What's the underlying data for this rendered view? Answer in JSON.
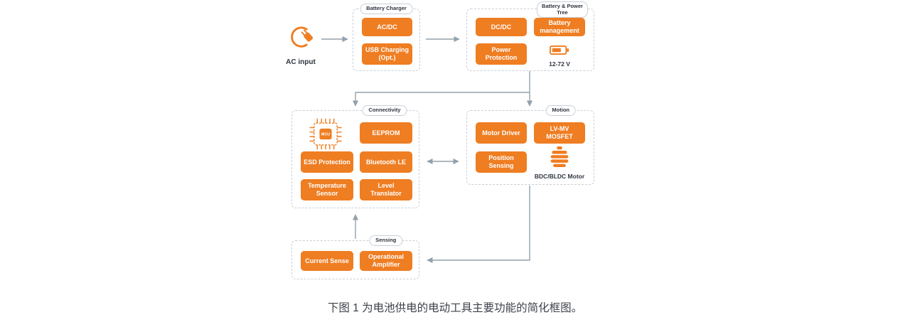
{
  "colors": {
    "accent": "#EF7D22",
    "wire": "#93A1AC",
    "box_border": "#C9CFD8"
  },
  "ac_input": {
    "icon": "power-plug-icon",
    "label": "AC input"
  },
  "groups": {
    "battery_charger": {
      "title": "Battery Charger",
      "nodes": {
        "acdc": "AC/DC",
        "usb_charging": "USB Charging (Opt.)"
      }
    },
    "battery_power_tree": {
      "title": "Battery & Power Tree",
      "nodes": {
        "dcdc": "DC/DC",
        "battery_management": "Battery management",
        "power_protection": "Power Protection"
      },
      "battery": {
        "icon": "battery-icon",
        "label": "12-72 V"
      }
    },
    "connectivity": {
      "title": "Connectivity",
      "mcu": {
        "icon": "mcu-chip-icon",
        "label": "MCU"
      },
      "nodes": {
        "eeprom": "EEPROM",
        "esd_protection": "ESD Protection",
        "bluetooth_le": "Bluetooth LE",
        "temperature_sensor": "Temperature Sensor",
        "level_translator": "Level Translator"
      }
    },
    "motion": {
      "title": "Motion",
      "nodes": {
        "motor_driver": "Motor Driver",
        "lv_mv_mosfet": "LV-MV MOSFET",
        "position_sensing": "Position Sensing"
      },
      "motor": {
        "icon": "bdc-bldc-motor-icon",
        "label": "BDC/BLDC Motor"
      }
    },
    "sensing": {
      "title": "Sensing",
      "nodes": {
        "current_sense": "Current Sense",
        "operational_amplifier": "Operational Amplifier"
      }
    }
  },
  "caption": "下图 1 为电池供电的电动工具主要功能的简化框图。"
}
